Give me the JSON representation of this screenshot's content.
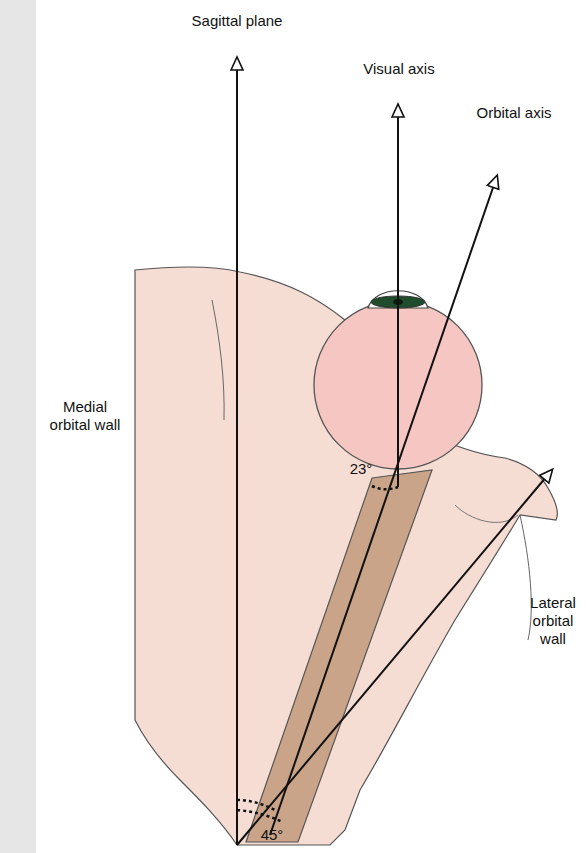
{
  "diagram": {
    "labels": [
      "Sagittal plane",
      "Visual axis",
      "Orbital axis",
      "Medial orbital wall",
      "23°",
      "Lateral orbital wall",
      "45°"
    ]
  }
}
